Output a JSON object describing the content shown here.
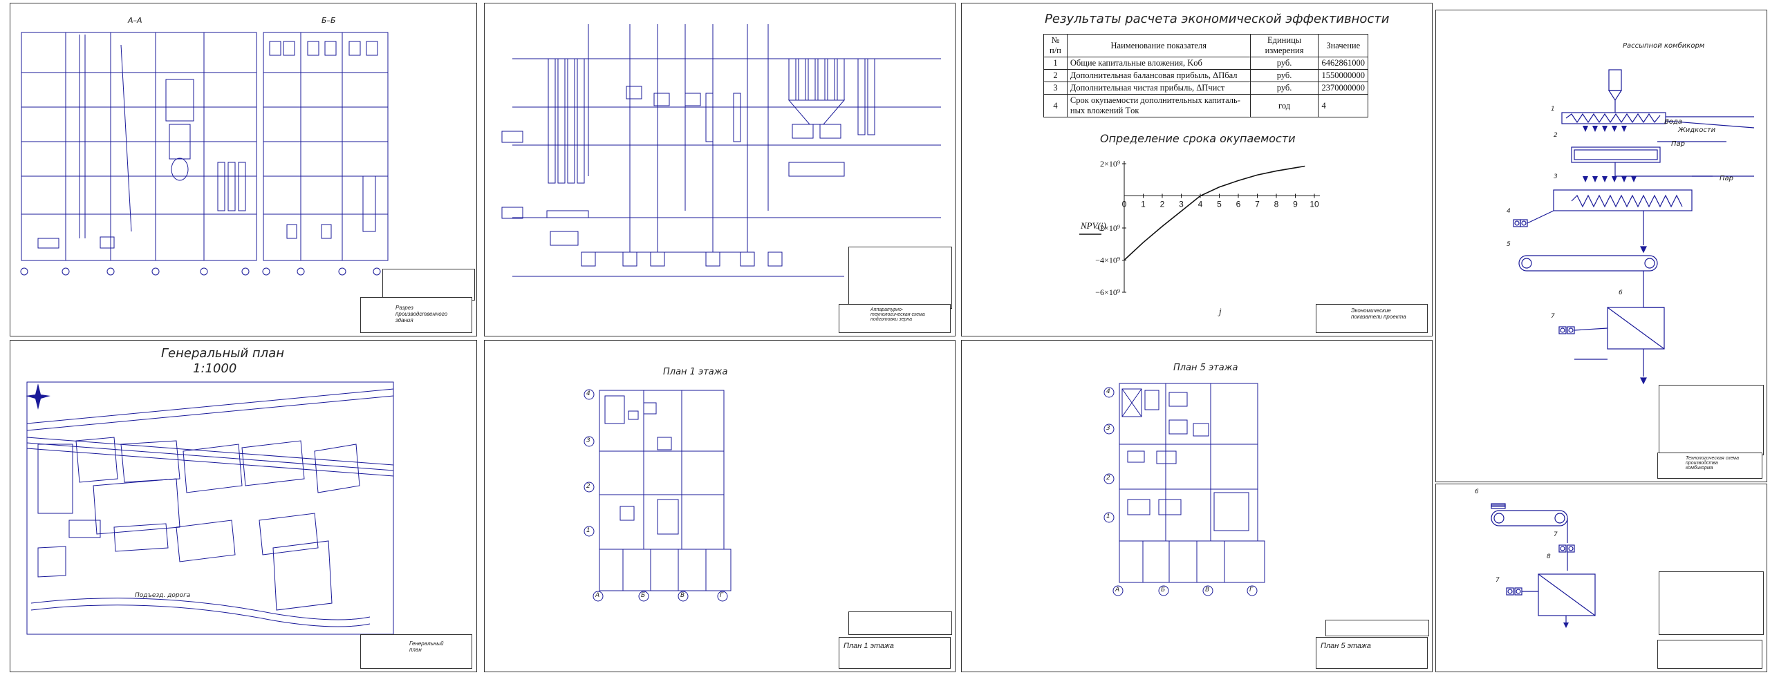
{
  "sheet1": {
    "section_aa": "А–А",
    "section_bb": "Б–Б",
    "stamp_title": "Разрез производственного здания"
  },
  "sheet2": {
    "stamp_title": "Аппаратурно-технологическая схема подготовки зерна"
  },
  "sheet3": {
    "title": "Результаты расчета экономической эффективности",
    "table": {
      "headers": [
        "№ п/п",
        "Наименование показателя",
        "Единицы измерения",
        "Значение"
      ],
      "rows": [
        {
          "n": "1",
          "name": "Общие капитальные вложения, Kоб",
          "unit": "руб.",
          "value": "6462861000"
        },
        {
          "n": "2",
          "name": "Дополнительная балансовая прибыль, ΔПбал",
          "unit": "руб.",
          "value": "1550000000"
        },
        {
          "n": "3",
          "name": "Дополнительная чистая прибыль, ΔПчист",
          "unit": "руб.",
          "value": "2370000000"
        },
        {
          "n": "4",
          "name": "Срок окупаемости дополнительных капиталь-ных вложений Tок",
          "unit": "год",
          "value": "4"
        }
      ]
    },
    "chart_title": "Определение срока окупаемости",
    "stamp_title": "Экономические показатели проекта"
  },
  "chart_data": {
    "type": "line",
    "title": "Определение срока окупаемости",
    "xlabel": "j",
    "ylabel": "NPV(j)",
    "x": [
      0,
      1,
      2,
      3,
      4,
      5,
      6,
      7,
      8,
      9,
      9.5
    ],
    "series": [
      {
        "values": [
          -4000000000.0,
          -2900000000.0,
          -1900000000.0,
          -950000000.0,
          0.0,
          550000000.0,
          950000000.0,
          1300000000.0,
          1550000000.0,
          1750000000.0,
          1850000000.0
        ]
      }
    ],
    "x_ticks": [
      "0",
      "1",
      "2",
      "3",
      "4",
      "5",
      "6",
      "7",
      "8",
      "9",
      "10"
    ],
    "y_ticks": [
      "2×10⁹",
      "0",
      "−2×10⁹",
      "−4×10⁹",
      "−6×10⁹"
    ],
    "xlim": [
      0,
      10
    ],
    "ylim": [
      -6000000000.0,
      2000000000.0
    ]
  },
  "sheet4": {
    "labels": {
      "top_unit": "Рассыпной комбикорм",
      "water": "Вода",
      "liquids": "Жидкости",
      "steam1": "Пар",
      "steam2": "Пар"
    },
    "numbers": [
      "1",
      "2",
      "3",
      "4",
      "5",
      "6",
      "7",
      "6",
      "7",
      "8",
      "7"
    ],
    "stamp_title": "Технологическая схема производства комбикорма"
  },
  "sheet5": {
    "title": "Генеральный план",
    "scale": "1:1000",
    "road_label": "Подъезд. дорога",
    "stamp_title": "Генеральный план"
  },
  "sheet6": {
    "title": "План 1 этажа",
    "stamp_title": "План 1 этажа",
    "axes": [
      "А",
      "Б",
      "В",
      "Г"
    ],
    "rows": [
      "4",
      "3",
      "2",
      "1"
    ]
  },
  "sheet7": {
    "title": "План 5 этажа",
    "stamp_title": "План 5 этажа",
    "axes": [
      "А",
      "Б",
      "В",
      "Г"
    ],
    "rows": [
      "4",
      "3",
      "2",
      "1"
    ]
  },
  "colors": {
    "ink": "#1a1a99",
    "frame": "#333333",
    "paper": "#ffffff"
  }
}
